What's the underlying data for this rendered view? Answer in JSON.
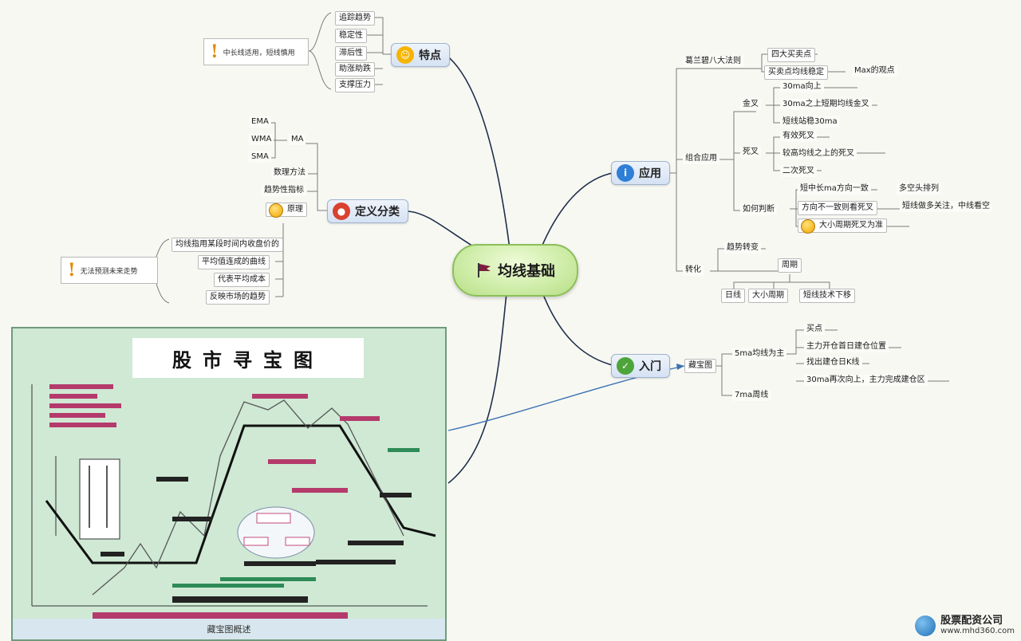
{
  "central": {
    "label": "均线基础",
    "icon": "flag-icon"
  },
  "topics": {
    "features": {
      "label": "特点",
      "icon": "smiley-face-icon",
      "color": "#f5b400"
    },
    "definition": {
      "label": "定义分类",
      "icon": "record-icon",
      "color": "#d9422f"
    },
    "application": {
      "label": "应用",
      "icon": "info-icon",
      "color": "#2f7fd6"
    },
    "entry": {
      "label": "入门",
      "icon": "check-icon",
      "color": "#4da53a"
    }
  },
  "features_items": [
    "追踪趋势",
    "稳定性",
    "滞后性",
    "助涨助跌",
    "支撑压力"
  ],
  "features_note": "中长线适用，短线慎用",
  "definition_types": [
    "EMA",
    "WMA",
    "SMA"
  ],
  "definition_types_group": "MA",
  "definition_items": [
    "数理方法",
    "趋势性指标"
  ],
  "definition_sub": "原理",
  "definition_details": [
    "均线指用某段时间内收盘价的",
    "平均值连成的曲线",
    "代表平均成本",
    "反映市场的趋势"
  ],
  "definition_note": "无法预测未来走势",
  "application": {
    "branch1": {
      "label": "葛兰碧八大法则",
      "items": [
        "四大买卖点",
        "买卖点均线稳定"
      ],
      "extra": "Max的观点"
    },
    "branch2": {
      "label": "组合应用",
      "groups": [
        {
          "label": "金叉",
          "items": [
            "30ma向上",
            "30ma之上短期均线金叉",
            "短线站稳30ma"
          ]
        },
        {
          "label": "死叉",
          "items": [
            "有效死叉",
            "较高均线之上的死叉",
            "二次死叉"
          ]
        },
        {
          "label": "如何判断",
          "items": [
            "短中长ma方向一致",
            "方向不一致则看死叉",
            "大小周期死叉为准"
          ]
        }
      ],
      "extra1": "多空头排列",
      "extra2": "短线做多关注，中线看空"
    },
    "branch3": {
      "label": "转化",
      "items": [
        "趋势转变",
        "周期"
      ],
      "sub": [
        "日线",
        "大小周期",
        "短线技术下移"
      ]
    }
  },
  "entry": {
    "label": "藏宝图",
    "b1": "5ma均线为主",
    "b1_items": [
      "买点",
      "主力开仓首日建仓位置",
      "找出建仓日K线",
      "30ma再次向上，主力完成建仓区"
    ],
    "b2": "7ma周线"
  },
  "treasure_map": {
    "title": "股市寻宝图",
    "footer": "藏宝图概述"
  },
  "watermark": {
    "name": "股票配资公司",
    "url": "www.mhd360.com"
  }
}
